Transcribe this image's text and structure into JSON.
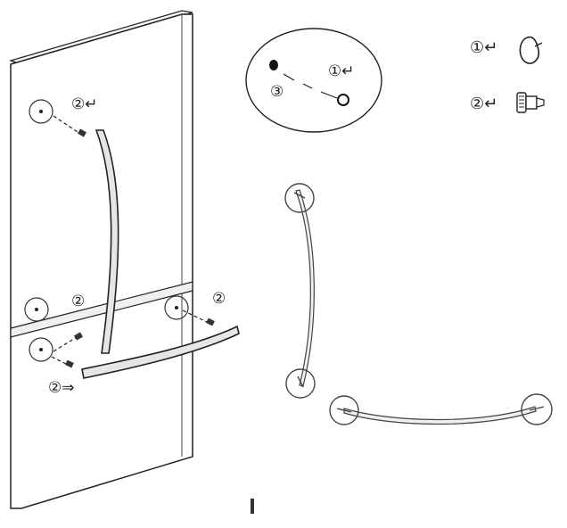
{
  "callouts": {
    "upper_handle_top": "②↵",
    "upper_handle_bottom": "②",
    "lower_handle_right": "②",
    "lower_handle_left": "②⇒"
  },
  "detail": {
    "label_1": "①↵",
    "label_3": "③"
  },
  "legend": {
    "item_1": "①↵",
    "item_2": "②↵"
  }
}
